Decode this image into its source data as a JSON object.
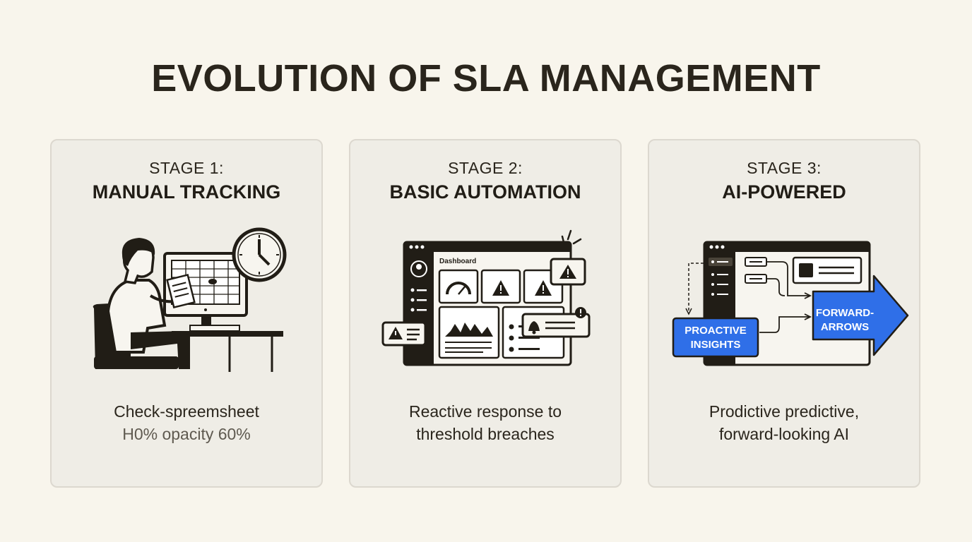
{
  "title": "EVOLUTION OF SLA MANAGEMENT",
  "stages": [
    {
      "label": "STAGE 1:",
      "name": "MANUAL TRACKING",
      "description_line1": "Check-spreemsheet",
      "description_line2": "H0% opacity 60%"
    },
    {
      "label": "STAGE 2:",
      "name": "BASIC AUTOMATION",
      "dashboard_label": "Dashboard",
      "description_line1": "Reactive response to",
      "description_line2": "threshold breaches"
    },
    {
      "label": "STAGE 3:",
      "name": "AI-POWERED",
      "badge_insights_line1": "PROACTIVE",
      "badge_insights_line2": "INSIGHTS",
      "badge_arrows_line1": "FORWARD-",
      "badge_arrows_line2": "ARROWS",
      "description_line1": "Prodictive predictive,",
      "description_line2": "forward-looking AI"
    }
  ],
  "colors": {
    "background": "#f8f5ec",
    "card": "#efede6",
    "ink": "#211d16",
    "accent_blue": "#2f6fe8"
  },
  "icons": [
    "person-at-computer-icon",
    "wall-clock-icon",
    "dashboard-icon",
    "warning-icon",
    "gauge-icon",
    "bell-icon",
    "forward-arrow-icon"
  ]
}
